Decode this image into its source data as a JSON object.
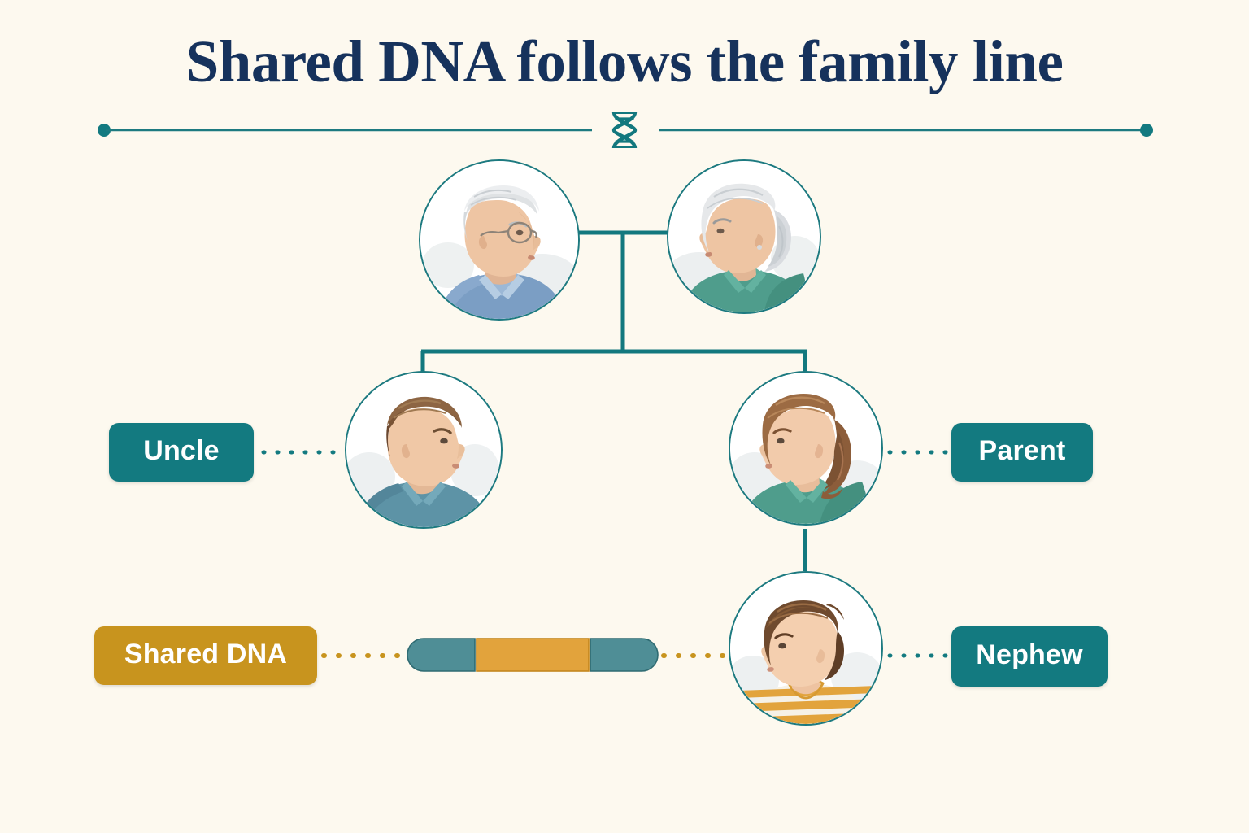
{
  "header": {
    "title": "Shared DNA follows the family line",
    "divider_icon": "dna-helix-icon",
    "title_color": "#16325c"
  },
  "palette": {
    "background": "#fdf9ef",
    "teal": "#137a80",
    "teal_line": "#1d7a80",
    "gold": "#c8941e",
    "navy": "#16325c",
    "chip_text": "#ffffff"
  },
  "diagram": {
    "type": "family-tree",
    "generations": [
      {
        "level": 1,
        "label": "grandparents",
        "nodes": [
          {
            "id": "grandfather",
            "icon": "elderly-man-profile-portrait",
            "hair": "white",
            "shirt": "#7b9ec4",
            "facing": "right"
          },
          {
            "id": "grandmother",
            "icon": "elderly-woman-profile-portrait",
            "hair": "white",
            "shirt": "#4f9d8c",
            "facing": "left"
          }
        ]
      },
      {
        "level": 2,
        "label": "children",
        "nodes": [
          {
            "id": "uncle",
            "icon": "adult-man-profile-portrait",
            "hair": "brown",
            "shirt": "#5d93a6",
            "facing": "right"
          },
          {
            "id": "parent",
            "icon": "adult-woman-profile-portrait",
            "hair": "auburn",
            "shirt": "#4f9d8c",
            "facing": "left"
          }
        ]
      },
      {
        "level": 3,
        "label": "grandchild",
        "nodes": [
          {
            "id": "nephew",
            "icon": "boy-profile-portrait",
            "hair": "brown",
            "shirt": "#e2a33c",
            "facing": "left"
          }
        ]
      }
    ],
    "connectors": [
      {
        "from": "grandfather",
        "to": "grandmother",
        "kind": "marriage-bar"
      },
      {
        "from": "grandparents",
        "to": "uncle",
        "kind": "descent-bracket"
      },
      {
        "from": "grandparents",
        "to": "parent",
        "kind": "descent-bracket"
      },
      {
        "from": "parent",
        "to": "nephew",
        "kind": "descent-line"
      }
    ]
  },
  "labels": {
    "uncle": {
      "text": "Uncle",
      "color": "teal",
      "side": "left"
    },
    "parent": {
      "text": "Parent",
      "color": "teal",
      "side": "right"
    },
    "shared_dna": {
      "text": "Shared DNA",
      "color": "gold",
      "side": "left"
    },
    "nephew": {
      "text": "Nephew",
      "color": "teal",
      "side": "right"
    }
  },
  "shared_dna_segment": {
    "icon": "chromosome-segment",
    "end_color": "#4f8e96",
    "middle_color": "#e2a33c",
    "leader_style": "dotted",
    "leader_color": "#c8941e"
  }
}
